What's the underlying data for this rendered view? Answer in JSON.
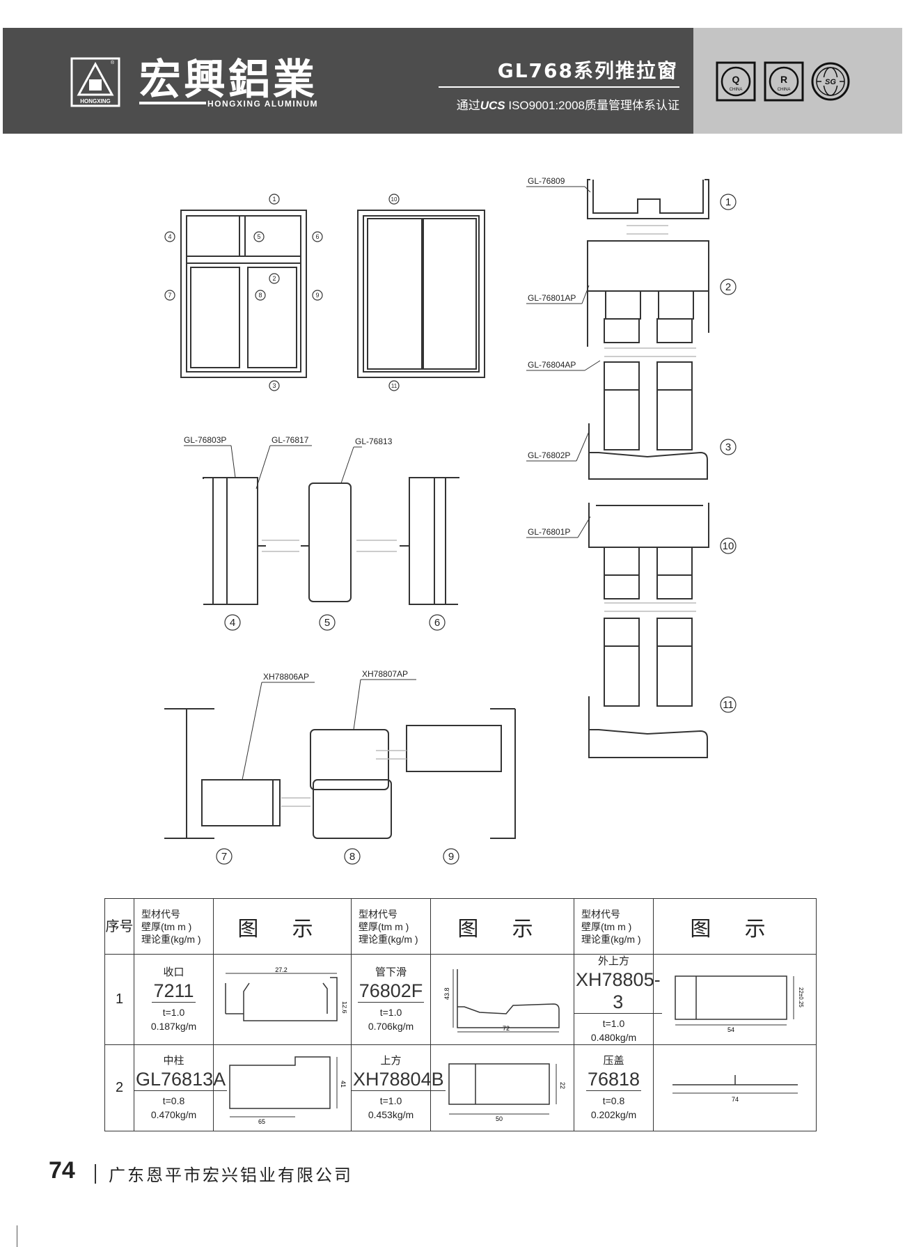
{
  "header": {
    "brand_cn": "宏興鋁業",
    "brand_en": "HONGXING ALUMINUM",
    "logo_text": "HONGXING",
    "series_title": "GL768系列推拉窗",
    "cert_prefix": "通过",
    "cert_ucs": "UCS",
    "cert_suffix": "ISO9001:2008质量管理体系认证",
    "badges": [
      {
        "letter": "Q",
        "sub": "CHINA"
      },
      {
        "letter": "R",
        "sub": "CHINA"
      },
      {
        "letter": "SG",
        "sub": ""
      }
    ]
  },
  "diagram": {
    "callouts": {
      "c76809": "GL-76809",
      "c76801ap": "GL-76801AP",
      "c76804ap": "GL-76804AP",
      "c76802p": "GL-76802P",
      "c76801p": "GL-76801P",
      "c76803p": "GL-76803P",
      "c76817": "GL-76817",
      "c76813": "GL-76813",
      "cxh78806ap": "XH78806AP",
      "cxh78807ap": "XH78807AP"
    },
    "markers": [
      "1",
      "2",
      "3",
      "4",
      "5",
      "6",
      "7",
      "8",
      "9",
      "10",
      "11"
    ]
  },
  "table": {
    "seq_header": "序号",
    "info_header": [
      "型材代号",
      "壁厚(tm m )",
      "理论重(kg/m )"
    ],
    "figure_header": "图 示",
    "rows": [
      {
        "seq": "1",
        "items": [
          {
            "name": "收口",
            "code": "7211",
            "thickness": "t=1.0",
            "weight": "0.187kg/m",
            "dims": [
              "27.2",
              "12.6"
            ]
          },
          {
            "name": "管下滑",
            "code": "76802F",
            "thickness": "t=1.0",
            "weight": "0.706kg/m",
            "dims": [
              "43.8",
              "72"
            ]
          },
          {
            "name": "外上方",
            "code": "XH78805-3",
            "thickness": "t=1.0",
            "weight": "0.480kg/m",
            "dims": [
              "22±0.25",
              "54"
            ]
          }
        ]
      },
      {
        "seq": "2",
        "items": [
          {
            "name": "中柱",
            "code": "GL76813A",
            "thickness": "t=0.8",
            "weight": "0.470kg/m",
            "dims": [
              "41",
              "65"
            ]
          },
          {
            "name": "上方",
            "code": "XH78804B",
            "thickness": "t=1.0",
            "weight": "0.453kg/m",
            "dims": [
              "22",
              "50"
            ]
          },
          {
            "name": "压盖",
            "code": "76818",
            "thickness": "t=0.8",
            "weight": "0.202kg/m",
            "dims": [
              "74"
            ]
          }
        ]
      }
    ]
  },
  "footer": {
    "page_number": "74",
    "company": "广东恩平市宏兴铝业有限公司"
  }
}
